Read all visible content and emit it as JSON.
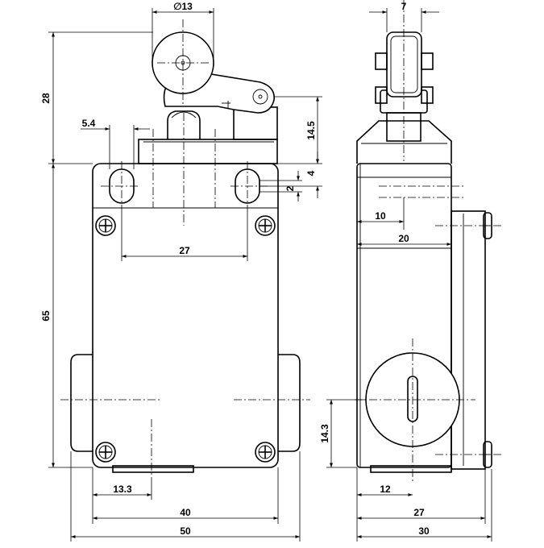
{
  "front_view": {
    "dim_roller_diameter": "∅13",
    "dim_lever_height": "28",
    "dim_slot_width": "5.4",
    "dim_plunger_height": "14.5",
    "dim_slot_offset": "4",
    "dim_slot_small": "2",
    "dim_slot_spacing": "27",
    "dim_body_height": "65",
    "dim_hole_offset": "13.3",
    "dim_body_width": "40",
    "dim_overall_width": "50"
  },
  "side_view": {
    "dim_roller_width": "7",
    "dim_depth_10": "10",
    "dim_depth_20": "20",
    "dim_conduit_height": "14.3",
    "dim_conduit_offset": "12",
    "dim_body_depth": "27",
    "dim_overall_depth": "30"
  }
}
